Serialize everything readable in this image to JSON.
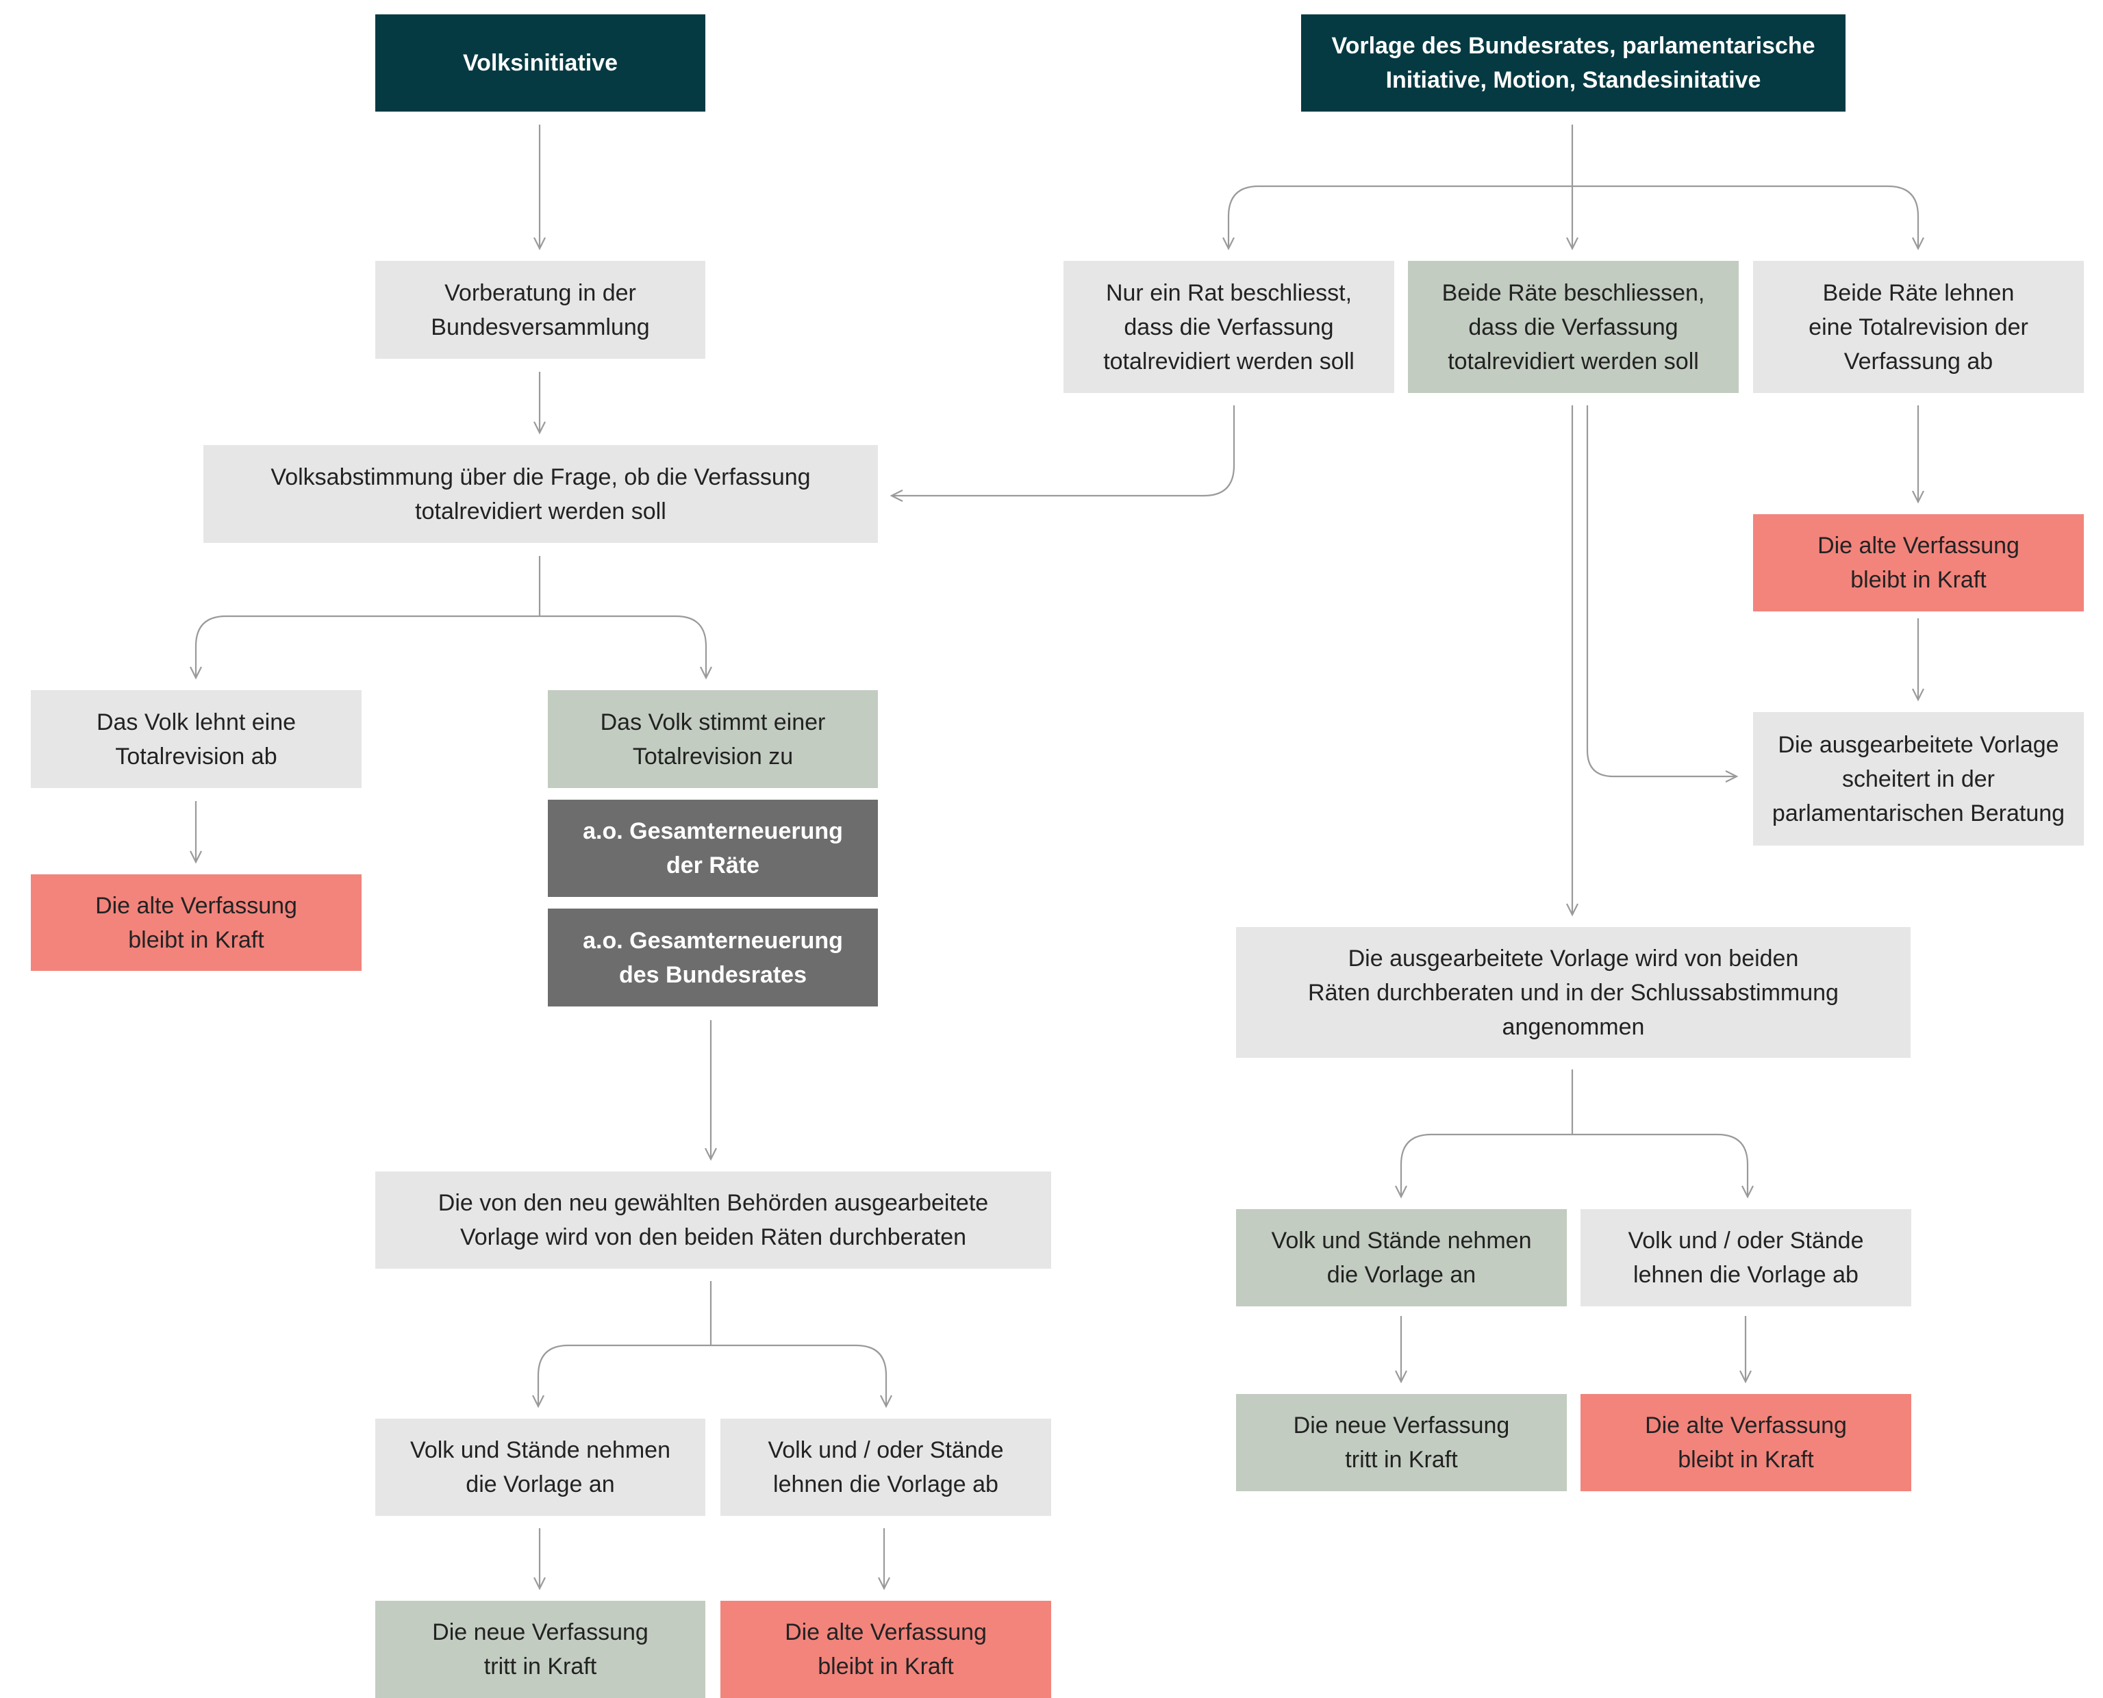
{
  "colors": {
    "navy": "#063a42",
    "grey": "#e6e6e6",
    "green": "#c2ccc0",
    "red": "#f2847c",
    "dark_grey": "#6d6d6d",
    "connector": "#9a9a9a"
  },
  "left": {
    "start": "Volksinitiative",
    "preliminary": "Vorberatung in der\nBundesversammlung",
    "referendum": "Volksabstimmung über die Frage, ob die Verfassung\ntotalrevidiert werden soll",
    "people_reject": "Das Volk lehnt eine\nTotalrevision ab",
    "people_reject_result": "Die alte Verfassung\nbleibt in Kraft",
    "people_approve": "Das Volk stimmt einer\nTotalrevision zu",
    "renewal_councils": "a.o. Gesamterneuerung\nder Räte",
    "renewal_federal_council": "a.o. Gesamterneuerung\ndes Bundesrates",
    "deliberation": "Die von den neu gewählten Behörden ausgearbeitete\nVorlage wird von den beiden Räten durchberaten",
    "accept": "Volk und Stände nehmen\ndie Vorlage an",
    "reject": "Volk und / oder Stände\nlehnen die Vorlage ab",
    "new_constitution": "Die neue Verfassung\ntritt in Kraft",
    "old_constitution": "Die alte Verfassung\nbleibt in Kraft"
  },
  "right": {
    "start": "Vorlage des Bundesrates, parlamentarische\nInitiative, Motion, Standesinitative",
    "one_council": "Nur ein Rat beschliesst,\ndass die Verfassung\ntotalrevidiert werden soll",
    "both_councils": "Beide Räte beschliessen,\ndass die Verfassung\ntotalrevidiert werden soll",
    "both_reject": "Beide Räte lehnen\neine Totalrevision der\nVerfassung ab",
    "both_reject_result": "Die alte Verfassung\nbleibt in Kraft",
    "fails": "Die ausgearbeitete Vorlage\nscheitert in der\nparlamentarischen Beratung",
    "adopted": "Die ausgearbeitete Vorlage wird von beiden\nRäten durchberaten und in der Schlussabstimmung\nangenommen",
    "accept": "Volk und Stände nehmen\ndie Vorlage an",
    "reject": "Volk und / oder Stände\nlehnen die Vorlage ab",
    "new_constitution": "Die neue Verfassung\ntritt in Kraft",
    "old_constitution": "Die alte Verfassung\nbleibt in Kraft"
  }
}
